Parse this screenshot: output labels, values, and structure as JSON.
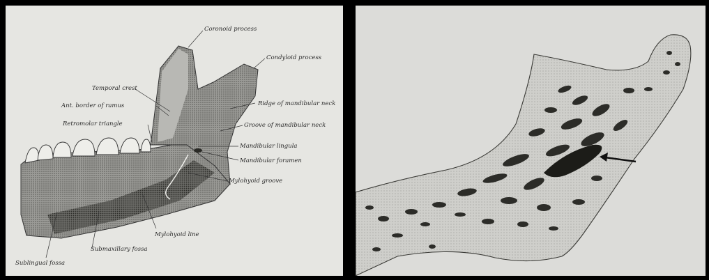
{
  "panels": [
    {
      "labels": {
        "coronoid": "Coronoid process",
        "condyloid": "Condyloid process",
        "temporal_crest": "Temporal crest",
        "ant_border": "Ant. border of ramus",
        "ridge_neck": "Ridge of mandibular neck",
        "retromolar": "Retromolar triangle",
        "groove_neck": "Groove of mandibular neck",
        "lingula": "Mandibular lingula",
        "foramen": "Mandibular foramen",
        "mylohyoid_groove": "Mylohyoid groove",
        "mylohyoid_line": "Mylohyoid line",
        "submaxillary": "Submaxillary fossa",
        "sublingual": "Sublingual fossa"
      }
    },
    {
      "annotation": "arrow"
    }
  ],
  "colors": {
    "background": "#000000",
    "paper_left": "#e6e6e2",
    "paper_right": "#dcdcd9",
    "ink": "#2b2b2b"
  }
}
